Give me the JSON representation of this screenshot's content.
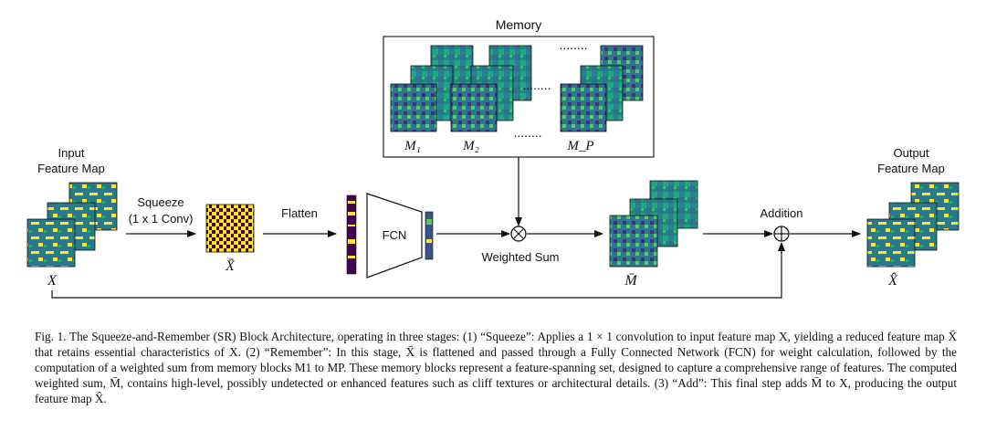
{
  "labels": {
    "input_line1": "Input",
    "input_line2": "Feature Map",
    "input_symbol": "X",
    "squeeze_line1": "Squeeze",
    "squeeze_line2": "(1 x 1 Conv)",
    "xbar_symbol": "X̄",
    "flatten": "Flatten",
    "fcn": "FCN",
    "memory_title": "Memory",
    "m1": "M₁",
    "m2": "M₂",
    "mp": "M_P",
    "weighted_sum": "Weighted Sum",
    "mbar_symbol": "M̄",
    "addition": "Addition",
    "output_line1": "Output",
    "output_line2": "Feature Map",
    "xhat_symbol": "X̂",
    "dots": "........"
  },
  "caption": "Fig. 1.  The Squeeze-and-Remember (SR) Block Architecture, operating in three stages: (1) “Squeeze”: Applies a 1 × 1 convolution to input feature map X, yielding a reduced feature map X̄ that retains essential characteristics of X. (2) “Remember”: In this stage, X̄ is flattened and passed through a Fully Connected Network (FCN) for weight calculation, followed by the computation of a weighted sum from memory blocks M1 to MP. These memory blocks represent a feature-spanning set, designed to capture a comprehensive range of features. The computed weighted sum, M̄, contains high-level, possibly undetected or enhanced features such as cliff textures or architectural details. (3) “Add”: This final step adds M̄ to X, producing the output feature map X̂.",
  "colors": {
    "viridis_dark": "#440154",
    "viridis_blue": "#3b528b",
    "viridis_teal": "#21918c",
    "viridis_green": "#5ec962",
    "viridis_yellow": "#fde725"
  }
}
